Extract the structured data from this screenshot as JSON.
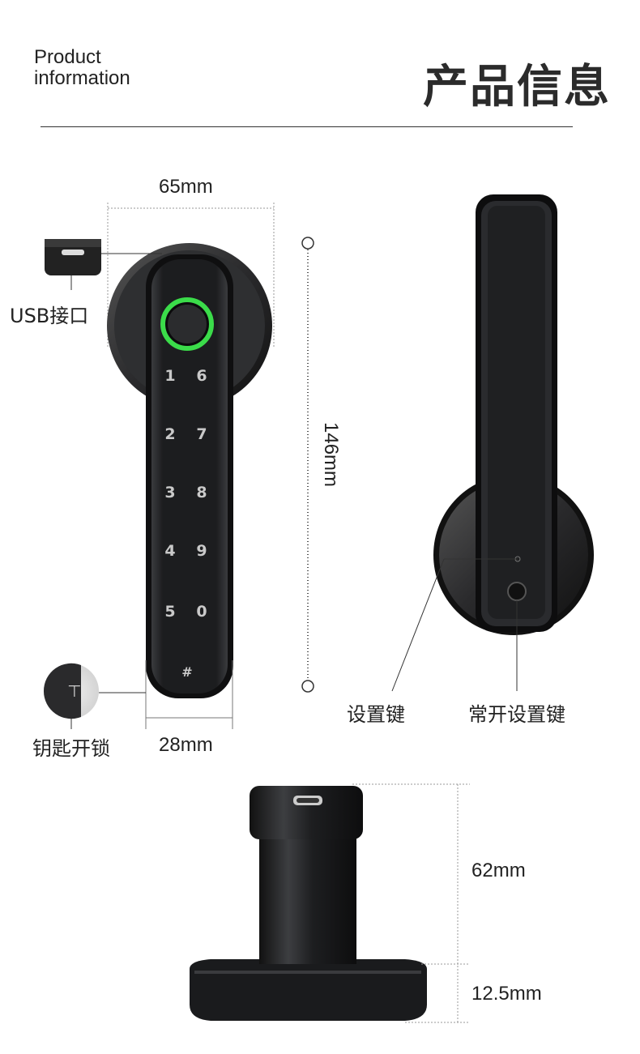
{
  "header": {
    "title_en_line1": "Product",
    "title_en_line2": "information",
    "title_zh": "产品信息"
  },
  "front_view": {
    "width_label": "65mm",
    "height_label": "146mm",
    "handle_width_label": "28mm",
    "usb_label": "USB接口",
    "key_unlock_label": "钥匙开锁",
    "keypad": {
      "left_column": [
        "1",
        "2",
        "3",
        "4",
        "5"
      ],
      "right_column": [
        "6",
        "7",
        "8",
        "9",
        "0"
      ],
      "bottom_key": "#"
    },
    "colors": {
      "fingerprint_ring": "#3bdc4a",
      "body": "#1e1f21"
    }
  },
  "back_view": {
    "setup_key_label": "设置键",
    "always_open_key_label": "常开设置键"
  },
  "side_view": {
    "body_height_label": "62mm",
    "base_height_label": "12.5mm"
  }
}
